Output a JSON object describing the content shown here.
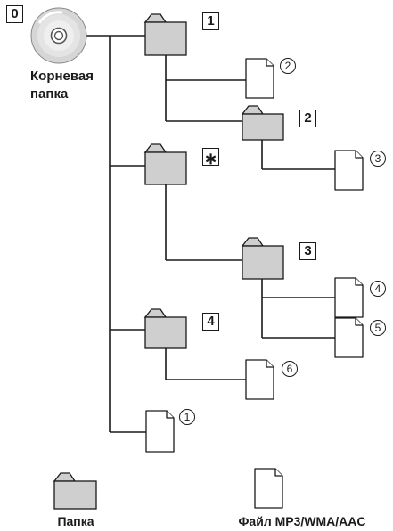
{
  "root": {
    "number": "0",
    "label_line1": "Корневая",
    "label_line2": "папка"
  },
  "folders": [
    {
      "id": "f1",
      "number": "1"
    },
    {
      "id": "f2",
      "number": "2"
    },
    {
      "id": "fstar",
      "number": "∗"
    },
    {
      "id": "f3",
      "number": "3"
    },
    {
      "id": "f4",
      "number": "4"
    }
  ],
  "files": [
    {
      "id": "a",
      "number": "1"
    },
    {
      "id": "b",
      "number": "2"
    },
    {
      "id": "c",
      "number": "3"
    },
    {
      "id": "d",
      "number": "4"
    },
    {
      "id": "e",
      "number": "5"
    },
    {
      "id": "f",
      "number": "6"
    }
  ],
  "legend": {
    "folder_label": "Папка",
    "file_label": "Файл MP3/WMA/AAC"
  },
  "colors": {
    "folder_fill": "#cfcfcf",
    "stroke": "#1a1a1a"
  }
}
